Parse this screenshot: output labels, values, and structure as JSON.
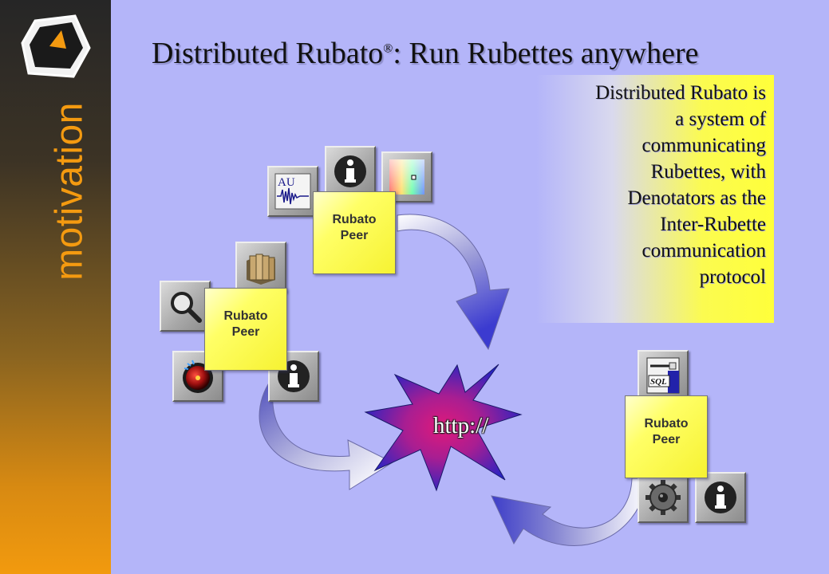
{
  "slide": {
    "section_label": "motivation",
    "title_main": "Distributed Rubato",
    "title_mark": "®",
    "title_rest": ": Run Rubettes anywhere",
    "description_lines": [
      "Distributed Rubato is",
      "a system of",
      "communicating",
      "Rubettes, with",
      "Denotators as the",
      "Inter-Rubette",
      "communication",
      "protocol"
    ],
    "peer_line1": "Rubato",
    "peer_line2": "Peer",
    "hub_label": "http://",
    "icon_texts": {
      "audio": "AU",
      "sql": "SQL"
    },
    "icons": [
      "logo-icon",
      "audio-wave-icon",
      "info-icon",
      "color-palette-icon",
      "folders-icon",
      "magnifier-icon",
      "record-icon",
      "sql-database-icon",
      "gear-icon"
    ]
  },
  "colors": {
    "background": "#b4b5f9",
    "sidebar_top": "#262626",
    "sidebar_bottom": "#f29a0e",
    "accent_orange": "#f49a10",
    "peer_yellow": "#ffff66",
    "star_magenta": "#c4177a",
    "star_blue": "#2c2ec2"
  }
}
